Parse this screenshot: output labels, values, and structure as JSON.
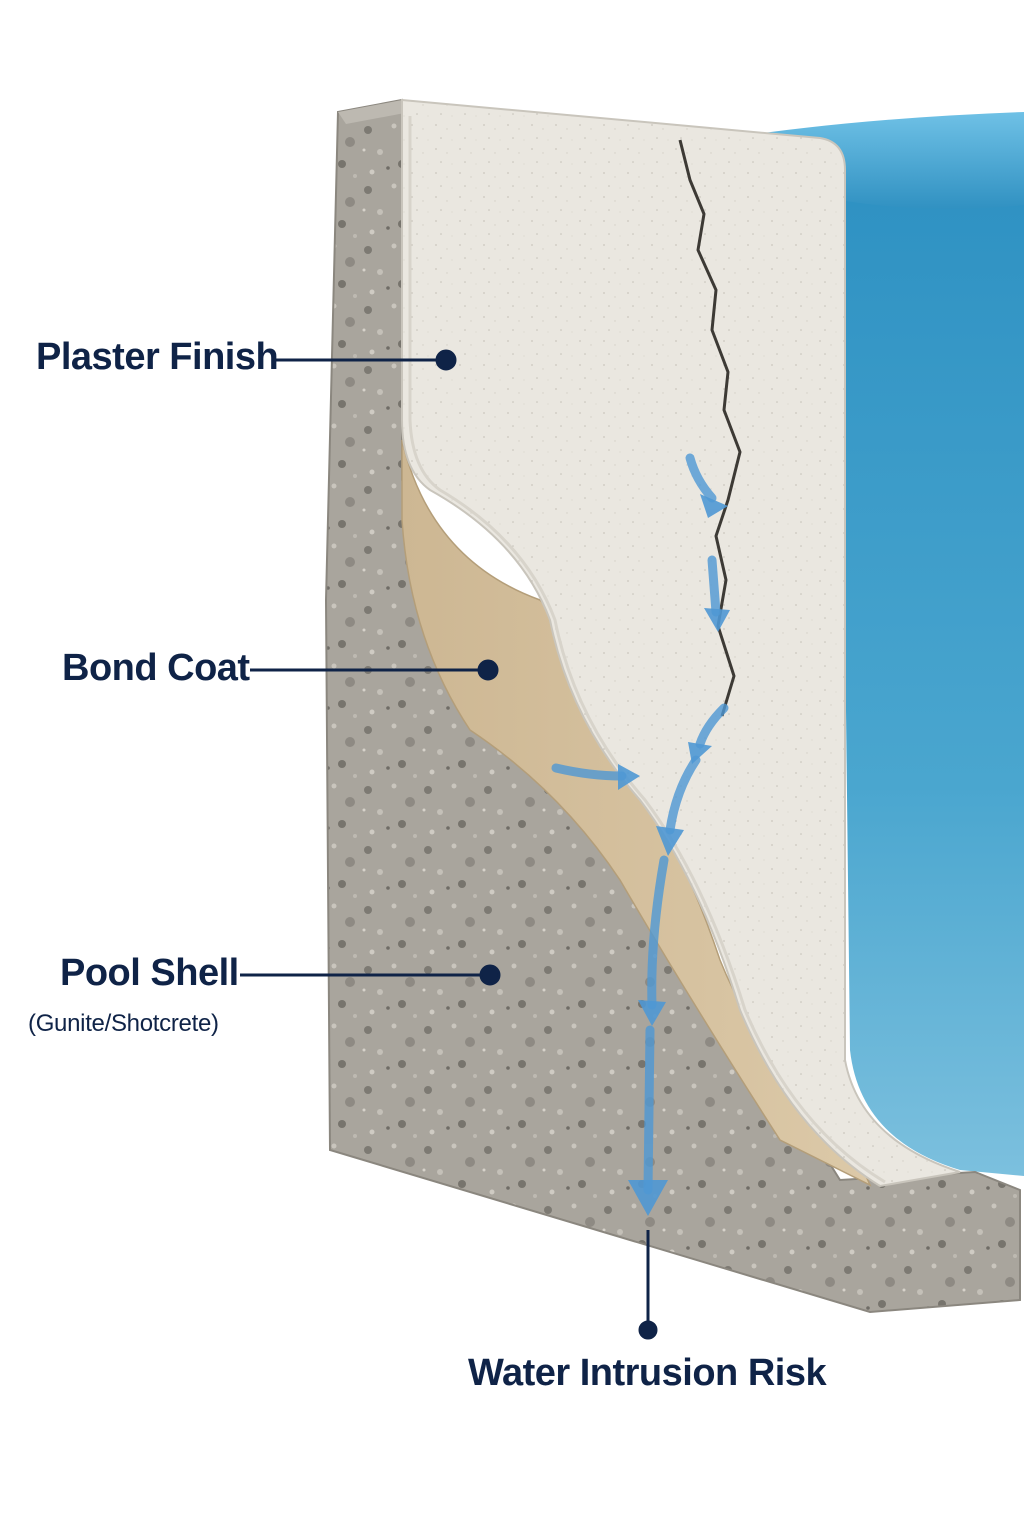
{
  "labels": {
    "plaster": "Plaster Finish",
    "bond": "Bond Coat",
    "shell": "Pool Shell",
    "shell_sub": "(Gunite/Shotcrete)",
    "intrusion": "Water Intrusion Risk"
  },
  "colors": {
    "label_text": "#0f2347",
    "plaster": "#e9e6df",
    "bond_coat": "#d2bd9a",
    "shell": "#a9a59d",
    "water": "#3a9cc8",
    "arrow": "#4f98d4"
  }
}
